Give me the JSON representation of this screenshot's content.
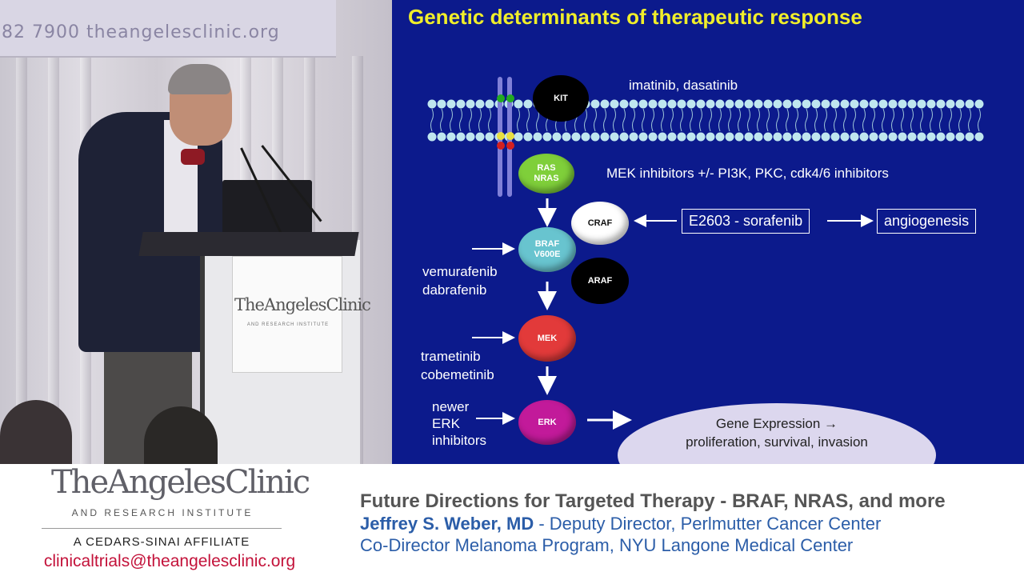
{
  "video": {
    "banner_text": "82 7900  theangelesclinic.org",
    "podium_logo": "TheAngelesClinic",
    "podium_logo_sub": "AND RESEARCH INSTITUTE"
  },
  "slide": {
    "title": "Genetic determinants of therapeutic response",
    "nodes": {
      "kit": "KIT",
      "ras": "RAS\nNRAS",
      "craf": "CRAF",
      "braf": "BRAF\nV600E",
      "araf": "ARAF",
      "mek": "MEK",
      "erk": "ERK"
    },
    "labels": {
      "kit_drugs": "imatinib, dasatinib",
      "ras_drugs": "MEK inhibitors +/- PI3K, PKC, cdk4/6 inhibitors",
      "sorafenib": "E2603 - sorafenib",
      "angiogenesis": "angiogenesis",
      "braf_drug_1": "vemurafenib",
      "braf_drug_2": "dabrafenib",
      "mek_drug_1": "trametinib",
      "mek_drug_2": "cobemetinib",
      "erk_drug_1": "newer",
      "erk_drug_2": "ERK",
      "erk_drug_3": "inhibitors",
      "gene_line_1": "Gene Expression →",
      "gene_line_2": "proliferation, survival, invasion"
    },
    "colors": {
      "background": "#0c1a8c",
      "title": "#f0ee2a",
      "ras": "#7fcf3a",
      "braf": "#68c4cf",
      "mek": "#e23a3a",
      "erk": "#c21a9a",
      "craf": "#ffffff",
      "kit": "#000000",
      "araf": "#000000"
    }
  },
  "lower_third": {
    "brand_name": "TheAngelesClinic",
    "brand_sub": "AND RESEARCH INSTITUTE",
    "affiliation": "A CEDARS-SINAI AFFILIATE",
    "email": "clinicaltrials@theangelesclinic.org",
    "talk_title": "Future Directions for Targeted Therapy - BRAF, NRAS, and more",
    "speaker_name": "Jeffrey S. Weber, MD",
    "speaker_role_1": " - Deputy Director, Perlmutter Cancer Center",
    "speaker_role_2": "Co-Director Melanoma Program, NYU Langone Medical Center"
  }
}
